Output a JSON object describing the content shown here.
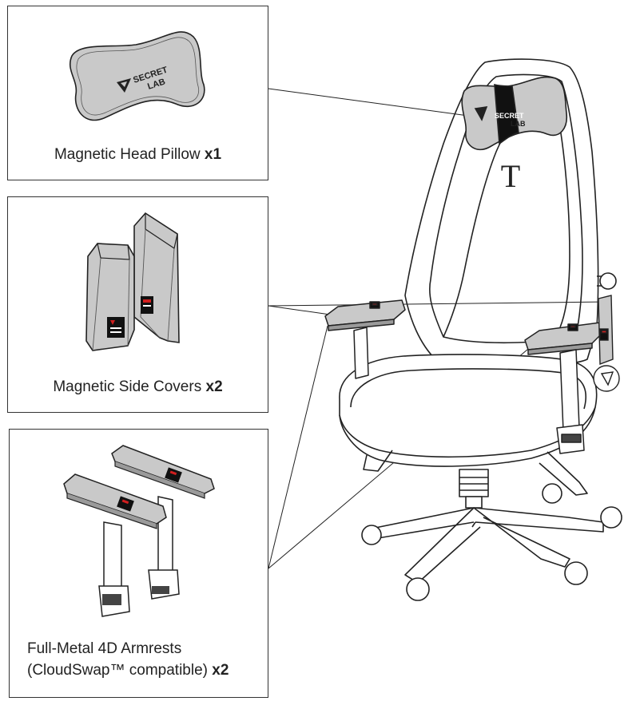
{
  "items": [
    {
      "name": "Magnetic Head Pillow",
      "qty": "x1"
    },
    {
      "name": "Magnetic Side Covers",
      "qty": "x2"
    },
    {
      "name_line1": "Full-Metal 4D Armrests",
      "name_line2": "(CloudSwap™ compatible)",
      "qty": "x2"
    }
  ],
  "pillow_logo": {
    "line1": "SECRET",
    "line2": "LAB"
  },
  "chair_monogram": "T",
  "colors": {
    "outline": "#222222",
    "fill_gray": "#c9c9c9",
    "dark_gray": "#9a9a9a",
    "red": "#d11f1f",
    "black": "#111111"
  },
  "icons": [
    "secretlab-logo-icon"
  ]
}
